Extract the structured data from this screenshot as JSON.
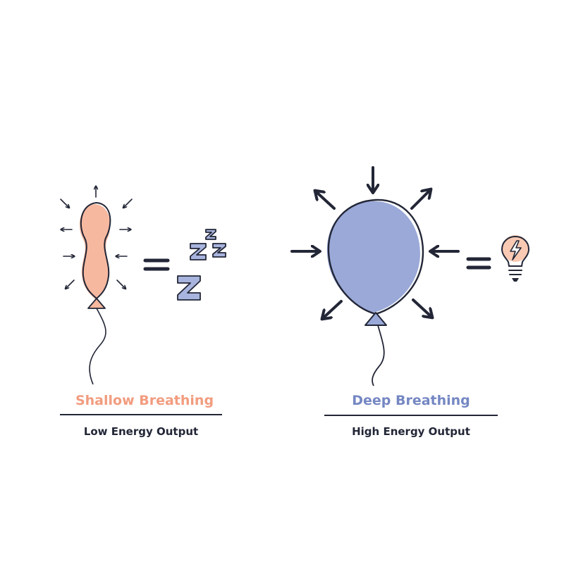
{
  "shallow": {
    "title": "Shallow Breathing",
    "subtitle": "Low Energy Output",
    "color": "#f29c7f",
    "result_icon": "sleep-zzz-icon"
  },
  "deep": {
    "title": "Deep Breathing",
    "subtitle": "High Energy Output",
    "color": "#7487c3",
    "result_icon": "lightbulb-energy-icon"
  },
  "ink_color": "#222636"
}
